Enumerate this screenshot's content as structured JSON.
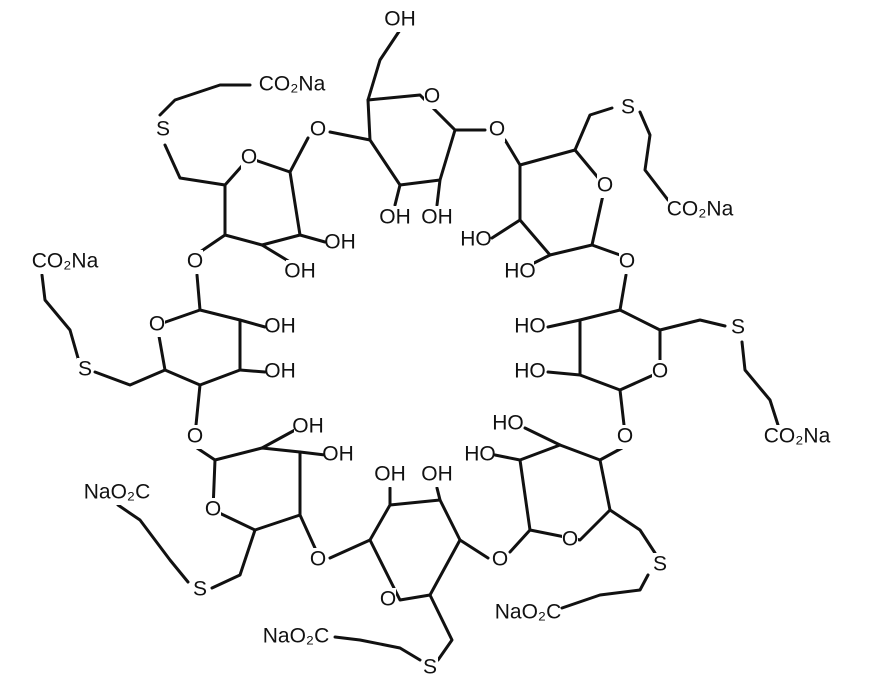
{
  "diagram": {
    "type": "chemical-structure",
    "labels": [
      "OH",
      "CO₂Na",
      "O",
      "O",
      "O",
      "S",
      "S",
      "O",
      "O",
      "CO₂Na",
      "OH",
      "OH",
      "OH",
      "HO",
      "OH",
      "HO",
      "CO₂Na",
      "O",
      "O",
      "O",
      "OH",
      "HO",
      "S",
      "OH",
      "HO",
      "O",
      "S",
      "O",
      "O",
      "OH",
      "HO",
      "OH",
      "HO",
      "CO₂Na",
      "OH",
      "OH",
      "NaO₂C",
      "O",
      "O",
      "O",
      "O",
      "S",
      "S",
      "O",
      "NaO₂C",
      "NaO₂C",
      "S"
    ]
  }
}
